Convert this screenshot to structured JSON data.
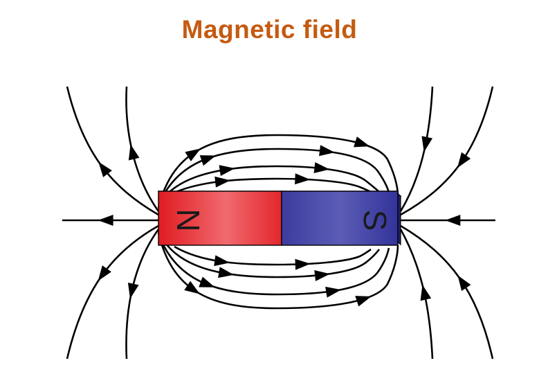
{
  "title": "Magnetic field",
  "magnet": {
    "north_label": "N",
    "south_label": "S",
    "north_color": "#e8232a",
    "south_color": "#3e3e9e"
  },
  "title_color": "#c55a11",
  "line_color": "#000000"
}
